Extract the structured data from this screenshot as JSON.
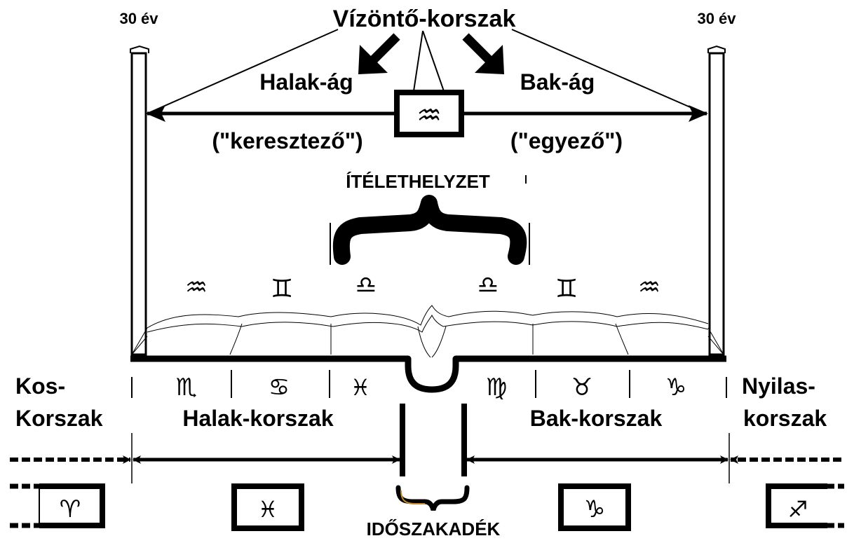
{
  "labels": {
    "years_left": "30 év",
    "years_right": "30 év",
    "aquarius_era": "Vízöntő-korszak",
    "pisces_branch": "Halak-ág",
    "capricorn_branch": "Bak-ág",
    "crossing": "(\"keresztező\")",
    "matching": "(\"egyező\")",
    "judgement": "ÍTÉLETHELYZET",
    "aries_era_1": "Kos-",
    "aries_era_2": "Korszak",
    "pisces_era": "Halak-korszak",
    "capricorn_era": "Bak-korszak",
    "sagittarius_era_1": "Nyilas-",
    "sagittarius_era_2": "korszak",
    "time_gap": "IDŐSZAKADÉK"
  },
  "upper_signs": [
    "♒",
    "♊",
    "♎",
    "♎",
    "♊",
    "♒"
  ],
  "lower_signs": [
    "♏",
    "♋",
    "♓",
    "♍",
    "♉",
    "♑"
  ],
  "boxed_signs": {
    "aquarius": "♒",
    "aries": "♈",
    "pisces": "♓",
    "capricorn": "♑",
    "sagittarius": "♐"
  }
}
